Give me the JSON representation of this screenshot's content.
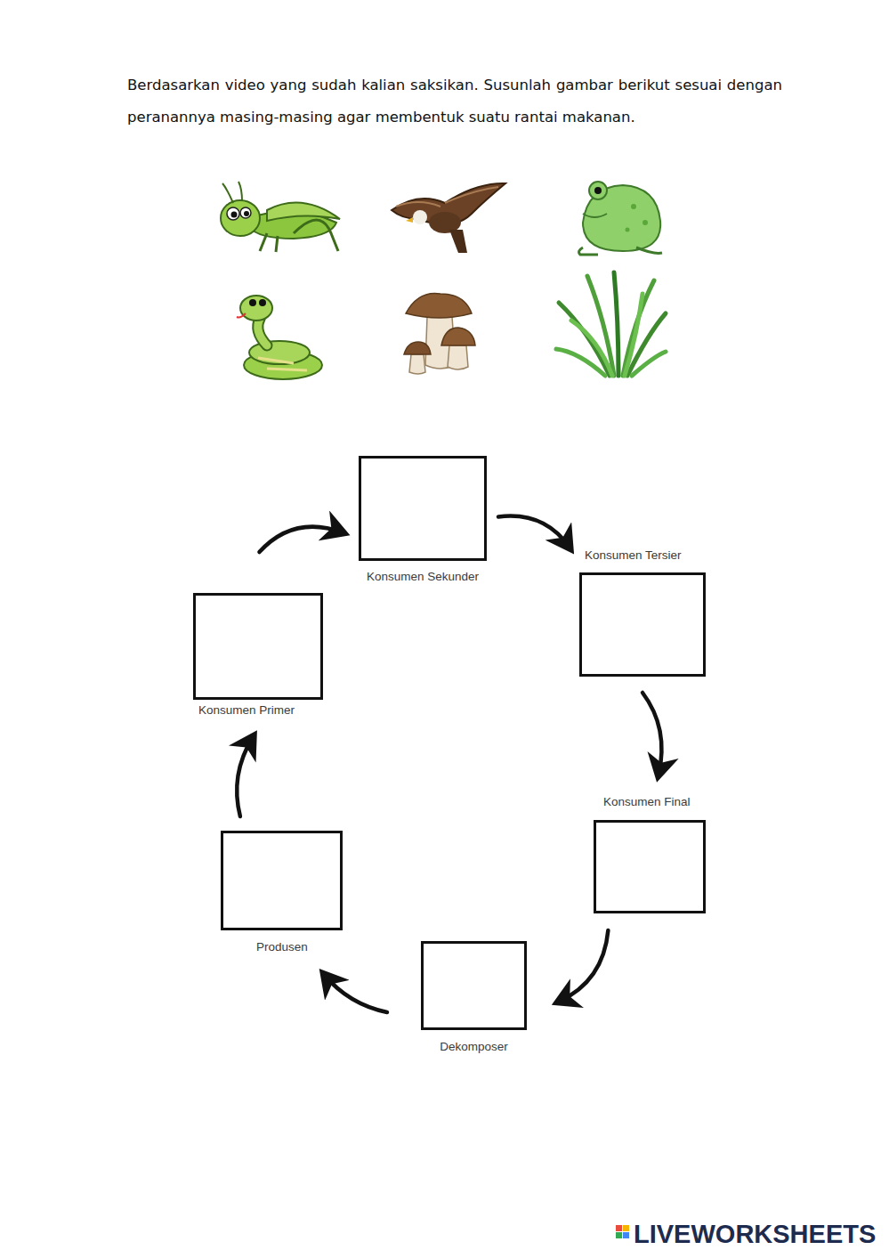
{
  "diagram": {
    "nodes": [
      {
        "text": [
          "Konsumen Sekunder"
        ]
      },
      {
        "text": [
          "Konsumen Tersier"
        ]
      },
      {
        "text": [
          "Konsumen Primer"
        ]
      },
      {
        "text": [
          "Konsumen Final"
        ]
      },
      {
        "text": [
          "Produsen"
        ]
      },
      {
        "text": [
          "Dekomposer"
        ]
      }
    ],
    "edges": [
      {
        "from": 2,
        "to": 0,
        "arrow": "to"
      },
      {
        "from": 0,
        "to": 1,
        "arrow": "to"
      },
      {
        "from": 1,
        "to": 3,
        "arrow": "to"
      },
      {
        "from": 3,
        "to": 5,
        "arrow": "to"
      },
      {
        "from": 5,
        "to": 4,
        "arrow": "to"
      },
      {
        "from": 4,
        "to": 2,
        "arrow": "to"
      }
    ],
    "labels": [
      "Berdasarkan video yang sudah kalian saksikan. Susunlah gambar berikut sesuai dengan peranannya masing-masing agar membentuk suatu rantai makanan.",
      "LIVEWORKSHEETS"
    ]
  }
}
